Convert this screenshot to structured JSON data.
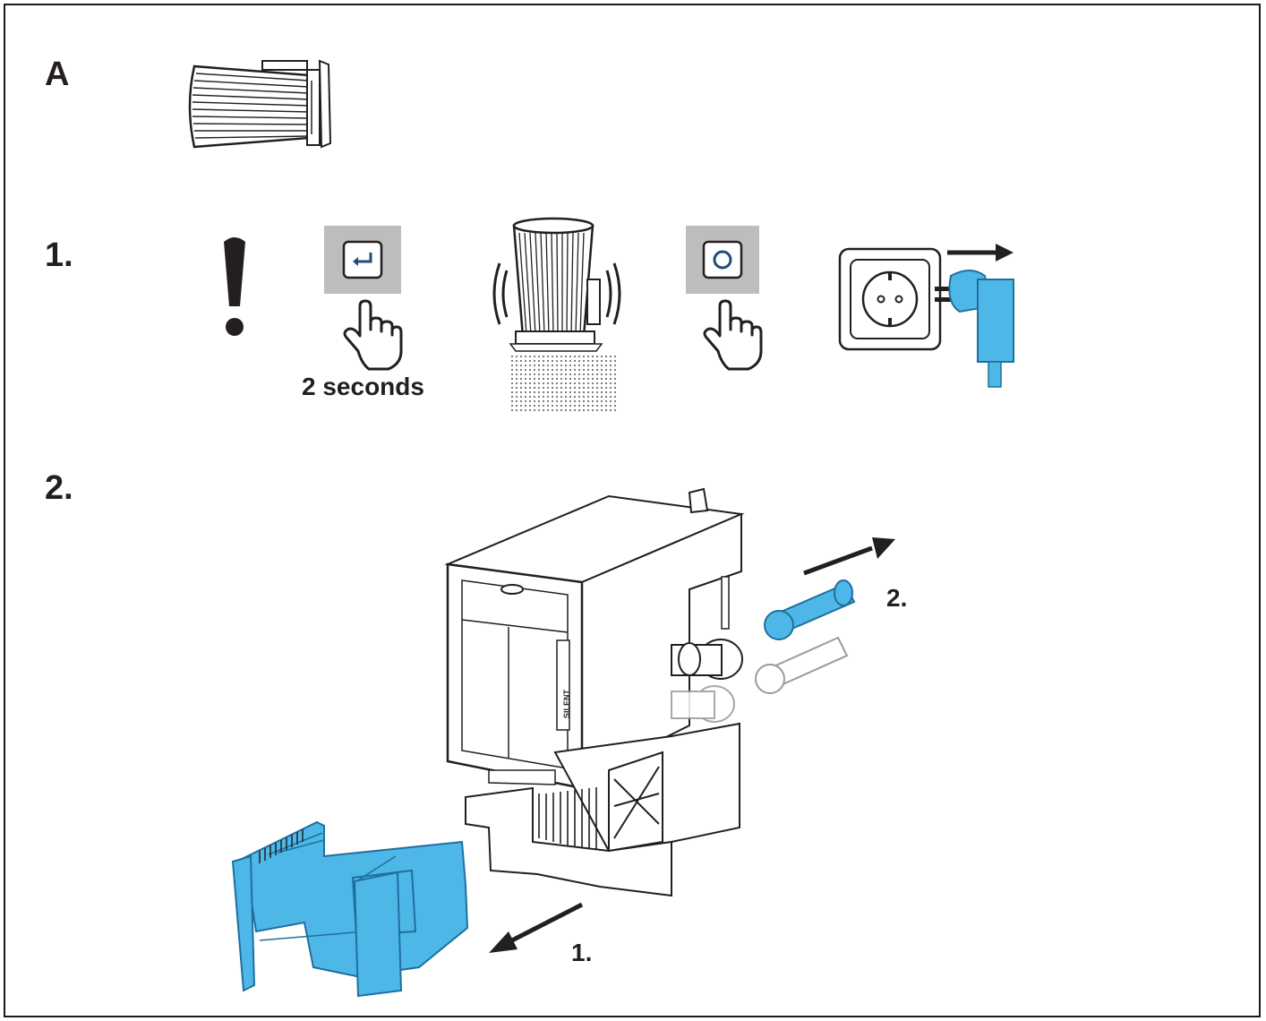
{
  "section_a": {
    "label": "A"
  },
  "step1": {
    "label": "1.",
    "duration_text": "2 seconds"
  },
  "step2": {
    "label": "2.",
    "action1_label": "1.",
    "action2_label": "2."
  },
  "device": {
    "brand_text": "SILENT"
  },
  "colors": {
    "accent": "#4db8e8",
    "accent_dark": "#1f6f9e",
    "button_bg": "#bdbdbd",
    "ink": "#231f20"
  },
  "icons": [
    "warning-exclamation-icon",
    "enter-key-icon",
    "finger-press-icon",
    "filter-shake-icon",
    "power-off-icon",
    "unplug-socket-icon",
    "arrow-icon"
  ]
}
